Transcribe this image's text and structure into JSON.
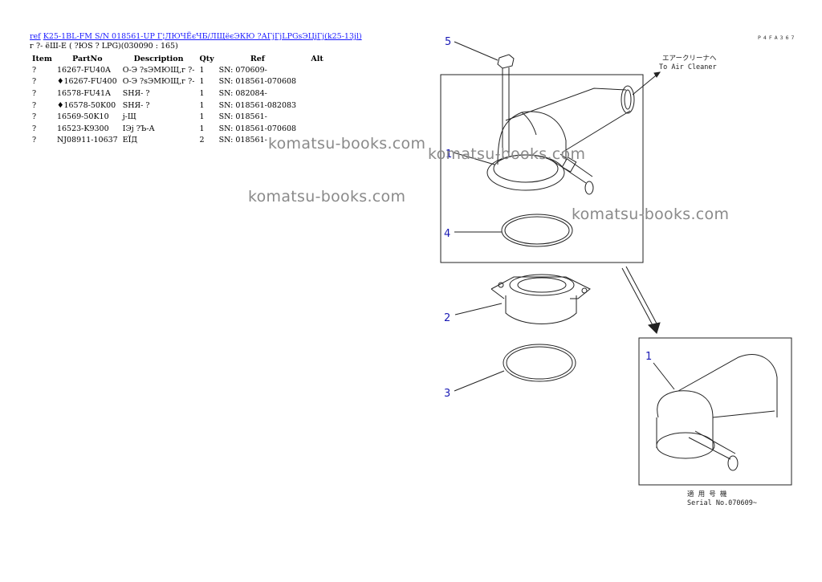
{
  "header": {
    "link_ref": "ref",
    "link_title": "K25-1BL-FM S/N 018561-UP Г¦ЛЮЧЁєЧБ/ЛЩёєЭКЮ ?АГјГјLPGsЭЦјГј(k25-13jl)",
    "subtitle": "г ?- ёШ-Е ( ?ЮS ? LPG)(030090 : 165)"
  },
  "table": {
    "columns": [
      "Item",
      "PartNo",
      "Description",
      "Qty",
      "Ref",
      "Alt"
    ],
    "rows": [
      {
        "item": "?",
        "part": "16267-FU40A",
        "desc": "О-Э ?sЭМЮЩ,г ?-",
        "qty": "1",
        "ref": "SN: 070609-",
        "alt": ""
      },
      {
        "item": "?",
        "part": "♦16267-FU400",
        "desc": "О-Э ?sЭМЮЩ,г ?-",
        "qty": "1",
        "ref": "SN: 018561-070608",
        "alt": ""
      },
      {
        "item": "?",
        "part": "16578-FU41A",
        "desc": "SНЯ- ?",
        "qty": "1",
        "ref": "SN: 082084-",
        "alt": ""
      },
      {
        "item": "?",
        "part": "♦16578-50K00",
        "desc": "SНЯ- ?",
        "qty": "1",
        "ref": "SN: 018561-082083",
        "alt": ""
      },
      {
        "item": "?",
        "part": "16569-50K10",
        "desc": "j-Щ",
        "qty": "1",
        "ref": "SN: 018561-",
        "alt": ""
      },
      {
        "item": "?",
        "part": "16523-K9300",
        "desc": "ІЭj ?Ъ-А",
        "qty": "1",
        "ref": "SN: 018561-070608",
        "alt": ""
      },
      {
        "item": "?",
        "part": "NJ08911-10637",
        "desc": "ЕЇД",
        "qty": "2",
        "ref": "SN: 018561-",
        "alt": ""
      }
    ]
  },
  "watermarks": [
    "komatsu-books.com",
    "komatsu-books.com",
    "komatsu-books.com",
    "komatsu-books.com"
  ],
  "drawing": {
    "code": "P4FA367",
    "callouts": [
      "5",
      "1",
      "4",
      "2",
      "3",
      "1"
    ],
    "air_cleaner_jp": "エアークリーナへ",
    "air_cleaner_en": "To Air Cleaner",
    "serial_jp": "適 用 号 機",
    "serial_en": "Serial No.070609~"
  }
}
